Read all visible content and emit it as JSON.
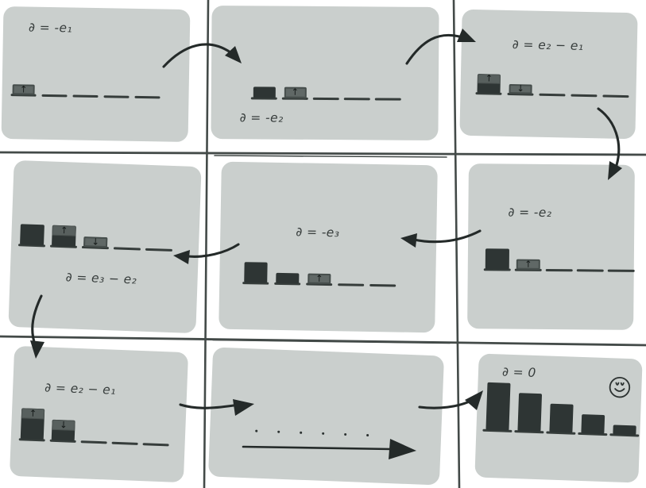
{
  "icons": {
    "up_arrow": "↑",
    "down_arrow": "↓",
    "smiley": "smiley-face"
  },
  "colors": {
    "card_bg": "#cacfcd",
    "bar_dark": "#2e3534",
    "bar_gray": "#606866",
    "bar_cap": "#58605e",
    "stroke": "#363d3b",
    "grid": "#434a48",
    "arrow": "#242a29",
    "text": "#373d3c"
  },
  "flow_arrows": [
    {
      "from": "step-1",
      "to": "step-2"
    },
    {
      "from": "step-2",
      "to": "step-3"
    },
    {
      "from": "step-3",
      "to": "step-4"
    },
    {
      "from": "step-4",
      "to": "step-5"
    },
    {
      "from": "step-5",
      "to": "step-6"
    },
    {
      "from": "step-6",
      "to": "step-7"
    },
    {
      "from": "step-7",
      "to": "step-8"
    },
    {
      "from": "step-8",
      "to": "step-9"
    },
    {
      "name": "continuation-arrow-right"
    }
  ],
  "panels": [
    {
      "name": "step-1",
      "formula": "∂ = -e₁",
      "chart": {
        "slots": 5,
        "bars": [
          {
            "units": 1,
            "style": "gray",
            "arrow": "up"
          }
        ]
      }
    },
    {
      "name": "step-2",
      "formula": "∂ = -e₂",
      "chart": {
        "slots": 5,
        "bars": [
          {
            "units": 1,
            "style": "dark"
          },
          {
            "units": 1,
            "style": "gray",
            "arrow": "up"
          }
        ]
      }
    },
    {
      "name": "step-3",
      "formula": "∂ = e₂ − e₁",
      "chart": {
        "slots": 5,
        "bars": [
          {
            "units": 2,
            "style": "dark",
            "cap_units": 1,
            "cap_arrow": "up"
          },
          {
            "units": 1,
            "style": "gray",
            "arrow": "down"
          }
        ]
      }
    },
    {
      "name": "step-4",
      "formula": "∂ = -e₂",
      "chart": {
        "slots": 5,
        "bars": [
          {
            "units": 2,
            "style": "dark"
          },
          {
            "units": 1,
            "style": "gray",
            "arrow": "up"
          }
        ]
      }
    },
    {
      "name": "step-5",
      "formula": "∂ = -e₃",
      "chart": {
        "slots": 5,
        "bars": [
          {
            "units": 2,
            "style": "dark"
          },
          {
            "units": 1,
            "style": "dark"
          },
          {
            "units": 1,
            "style": "gray",
            "arrow": "up"
          }
        ]
      }
    },
    {
      "name": "step-6",
      "formula": "∂ = e₃ − e₂",
      "chart": {
        "slots": 5,
        "bars": [
          {
            "units": 2,
            "style": "dark"
          },
          {
            "units": 2,
            "style": "dark",
            "cap_units": 1,
            "cap_arrow": "up"
          },
          {
            "units": 1,
            "style": "gray",
            "arrow": "down"
          }
        ]
      }
    },
    {
      "name": "step-7",
      "formula": "∂ = e₂ − e₁",
      "chart": {
        "slots": 5,
        "bars": [
          {
            "units": 3,
            "style": "dark",
            "cap_units": 1,
            "cap_arrow": "up"
          },
          {
            "units": 2,
            "style": "dark",
            "cap_units": 1,
            "cap_arrow": "down"
          }
        ]
      }
    },
    {
      "name": "step-8",
      "formula": "",
      "ellipsis_dots": 6
    },
    {
      "name": "step-9",
      "formula": "∂ = 0",
      "mood_icon": "smiley",
      "chart": {
        "slots": 5,
        "bars": [
          {
            "units": 5,
            "style": "dark"
          },
          {
            "units": 4,
            "style": "dark"
          },
          {
            "units": 3,
            "style": "dark"
          },
          {
            "units": 2,
            "style": "dark"
          },
          {
            "units": 1,
            "style": "dark"
          }
        ]
      }
    }
  ]
}
